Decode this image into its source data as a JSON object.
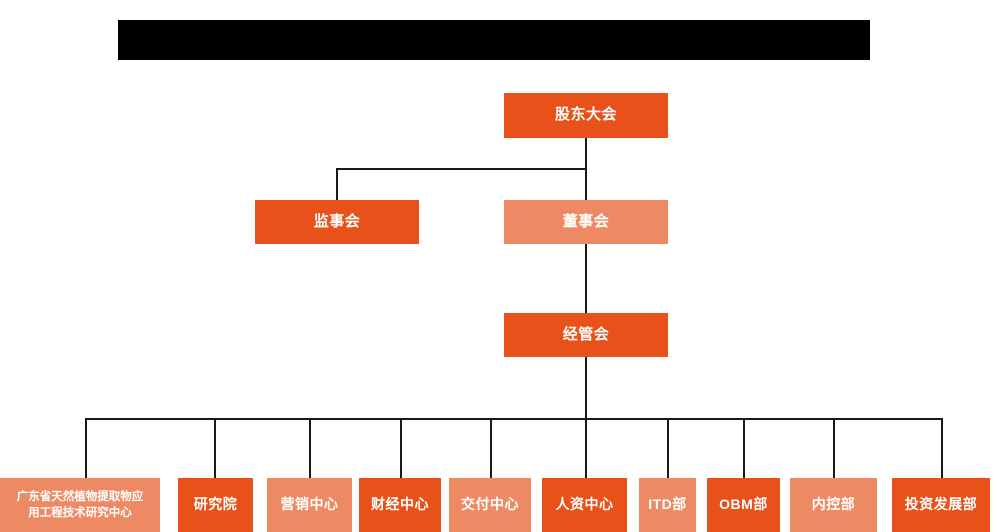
{
  "page": {
    "background_color": "#ffffff",
    "connector_color": "#1a1a1a",
    "color_dark": "#E8511A",
    "color_light": "#ED8A63",
    "redaction_bar_color": "#000000"
  },
  "header": {
    "redacted_title": ""
  },
  "org_chart": {
    "type": "hierarchy",
    "levels": [
      {
        "level": 1,
        "nodes": [
          {
            "id": "shareholders",
            "label": "股东大会",
            "tone": "dark"
          }
        ]
      },
      {
        "level": 2,
        "nodes": [
          {
            "id": "supervisory-board",
            "label": "监事会",
            "tone": "dark"
          },
          {
            "id": "board-of-directors",
            "label": "董事会",
            "tone": "light"
          }
        ]
      },
      {
        "level": 3,
        "nodes": [
          {
            "id": "management-committee",
            "label": "经管会",
            "tone": "dark"
          }
        ]
      },
      {
        "level": 4,
        "nodes": [
          {
            "id": "gd-research-center",
            "label": "广东省天然植物提取物应\n用工程技术研究中心",
            "tone": "light"
          },
          {
            "id": "research-institute",
            "label": "研究院",
            "tone": "dark"
          },
          {
            "id": "marketing-center",
            "label": "营销中心",
            "tone": "light"
          },
          {
            "id": "finance-center",
            "label": "财经中心",
            "tone": "dark"
          },
          {
            "id": "delivery-center",
            "label": "交付中心",
            "tone": "light"
          },
          {
            "id": "hr-center",
            "label": "人资中心",
            "tone": "dark"
          },
          {
            "id": "itd-department",
            "label": "ITD部",
            "tone": "light"
          },
          {
            "id": "obm-department",
            "label": "OBM部",
            "tone": "dark"
          },
          {
            "id": "internal-control-department",
            "label": "内控部",
            "tone": "light"
          },
          {
            "id": "investment-development-department",
            "label": "投资发展部",
            "tone": "dark"
          }
        ]
      }
    ]
  }
}
